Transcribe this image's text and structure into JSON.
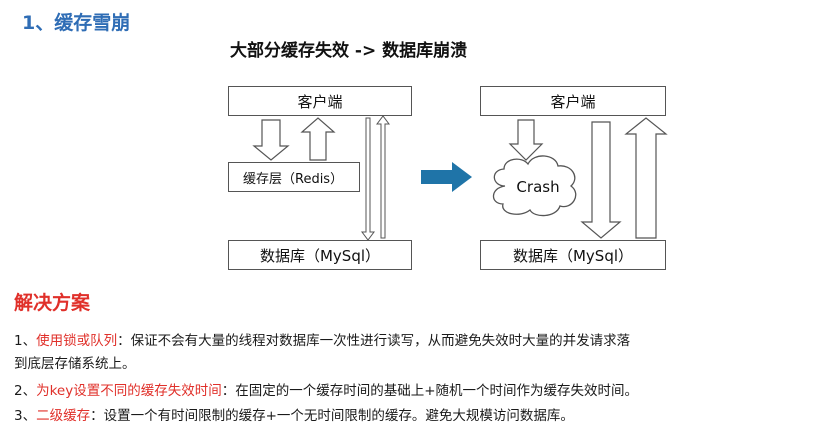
{
  "heading": "1、缓存雪崩",
  "diagram": {
    "title": "大部分缓存失效 -> 数据库崩溃",
    "left": {
      "client": "客户端",
      "cache": "缓存层（Redis）",
      "database": "数据库（MySql）"
    },
    "right": {
      "client": "客户端",
      "crash": "Crash",
      "database": "数据库（MySql）"
    }
  },
  "solution": {
    "title": "解决方案",
    "items": [
      {
        "prefix": "1、",
        "highlight": "使用锁或队列",
        "text": "：保证不会有大量的线程对数据库一次性进行读写，从而避免失效时大量的并发请求落",
        "continuation": "到底层存储系统上。"
      },
      {
        "prefix": "2、",
        "highlight": "为key设置不同的缓存失效时间",
        "text": "：在固定的一个缓存时间的基础上+随机一个时间作为缓存失效时间。"
      },
      {
        "prefix": "3、",
        "highlight": "二级缓存",
        "text": "：设置一个有时间限制的缓存+一个无时间限制的缓存。避免大规模访问数据库。"
      }
    ]
  },
  "colors": {
    "heading": "#2f6db5",
    "highlight": "#e0302a",
    "arrow": "#1f74a8"
  }
}
